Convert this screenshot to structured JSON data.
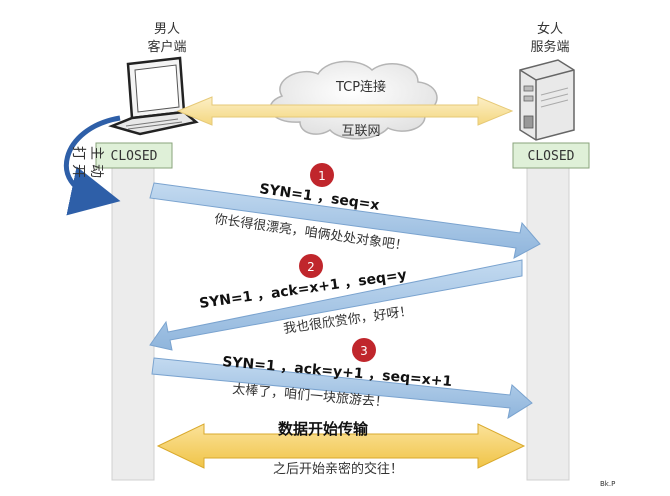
{
  "client": {
    "line1": "男人",
    "line2": "客户端",
    "state": "CLOSED",
    "side_label": "主动打开"
  },
  "server": {
    "line1": "女人",
    "line2": "服务端",
    "state": "CLOSED"
  },
  "network": {
    "cloud_top": "TCP连接",
    "cloud_bottom": "互联网"
  },
  "steps": [
    {
      "number": "1",
      "label": "SYN=1 ，seq=x",
      "caption": "你长得很漂亮，咱俩处处对象吧！"
    },
    {
      "number": "2",
      "label": "SYN=1 ，ack=x+1 ，seq=y",
      "caption": "我也很欣赏你，好呀！"
    },
    {
      "number": "3",
      "label": "SYN=1 ，ack=y+1 ，seq=x+1",
      "caption": "太棒了，咱们一块旅游去！"
    }
  ],
  "transfer": {
    "title": "数据开始传输",
    "caption": "之后开始亲密的交往！"
  },
  "watermark": "Bk.P",
  "colors": {
    "arrow_blue": "#a9c8e8",
    "arrow_blue_edge": "#7aa3cf",
    "state_box": "#dff0d8",
    "lane": "#ececec",
    "gold": "#f2c94c",
    "gold_light": "#f8e6a8",
    "marker_red": "#c0262c",
    "curve_arrow": "#2e5fa8"
  }
}
